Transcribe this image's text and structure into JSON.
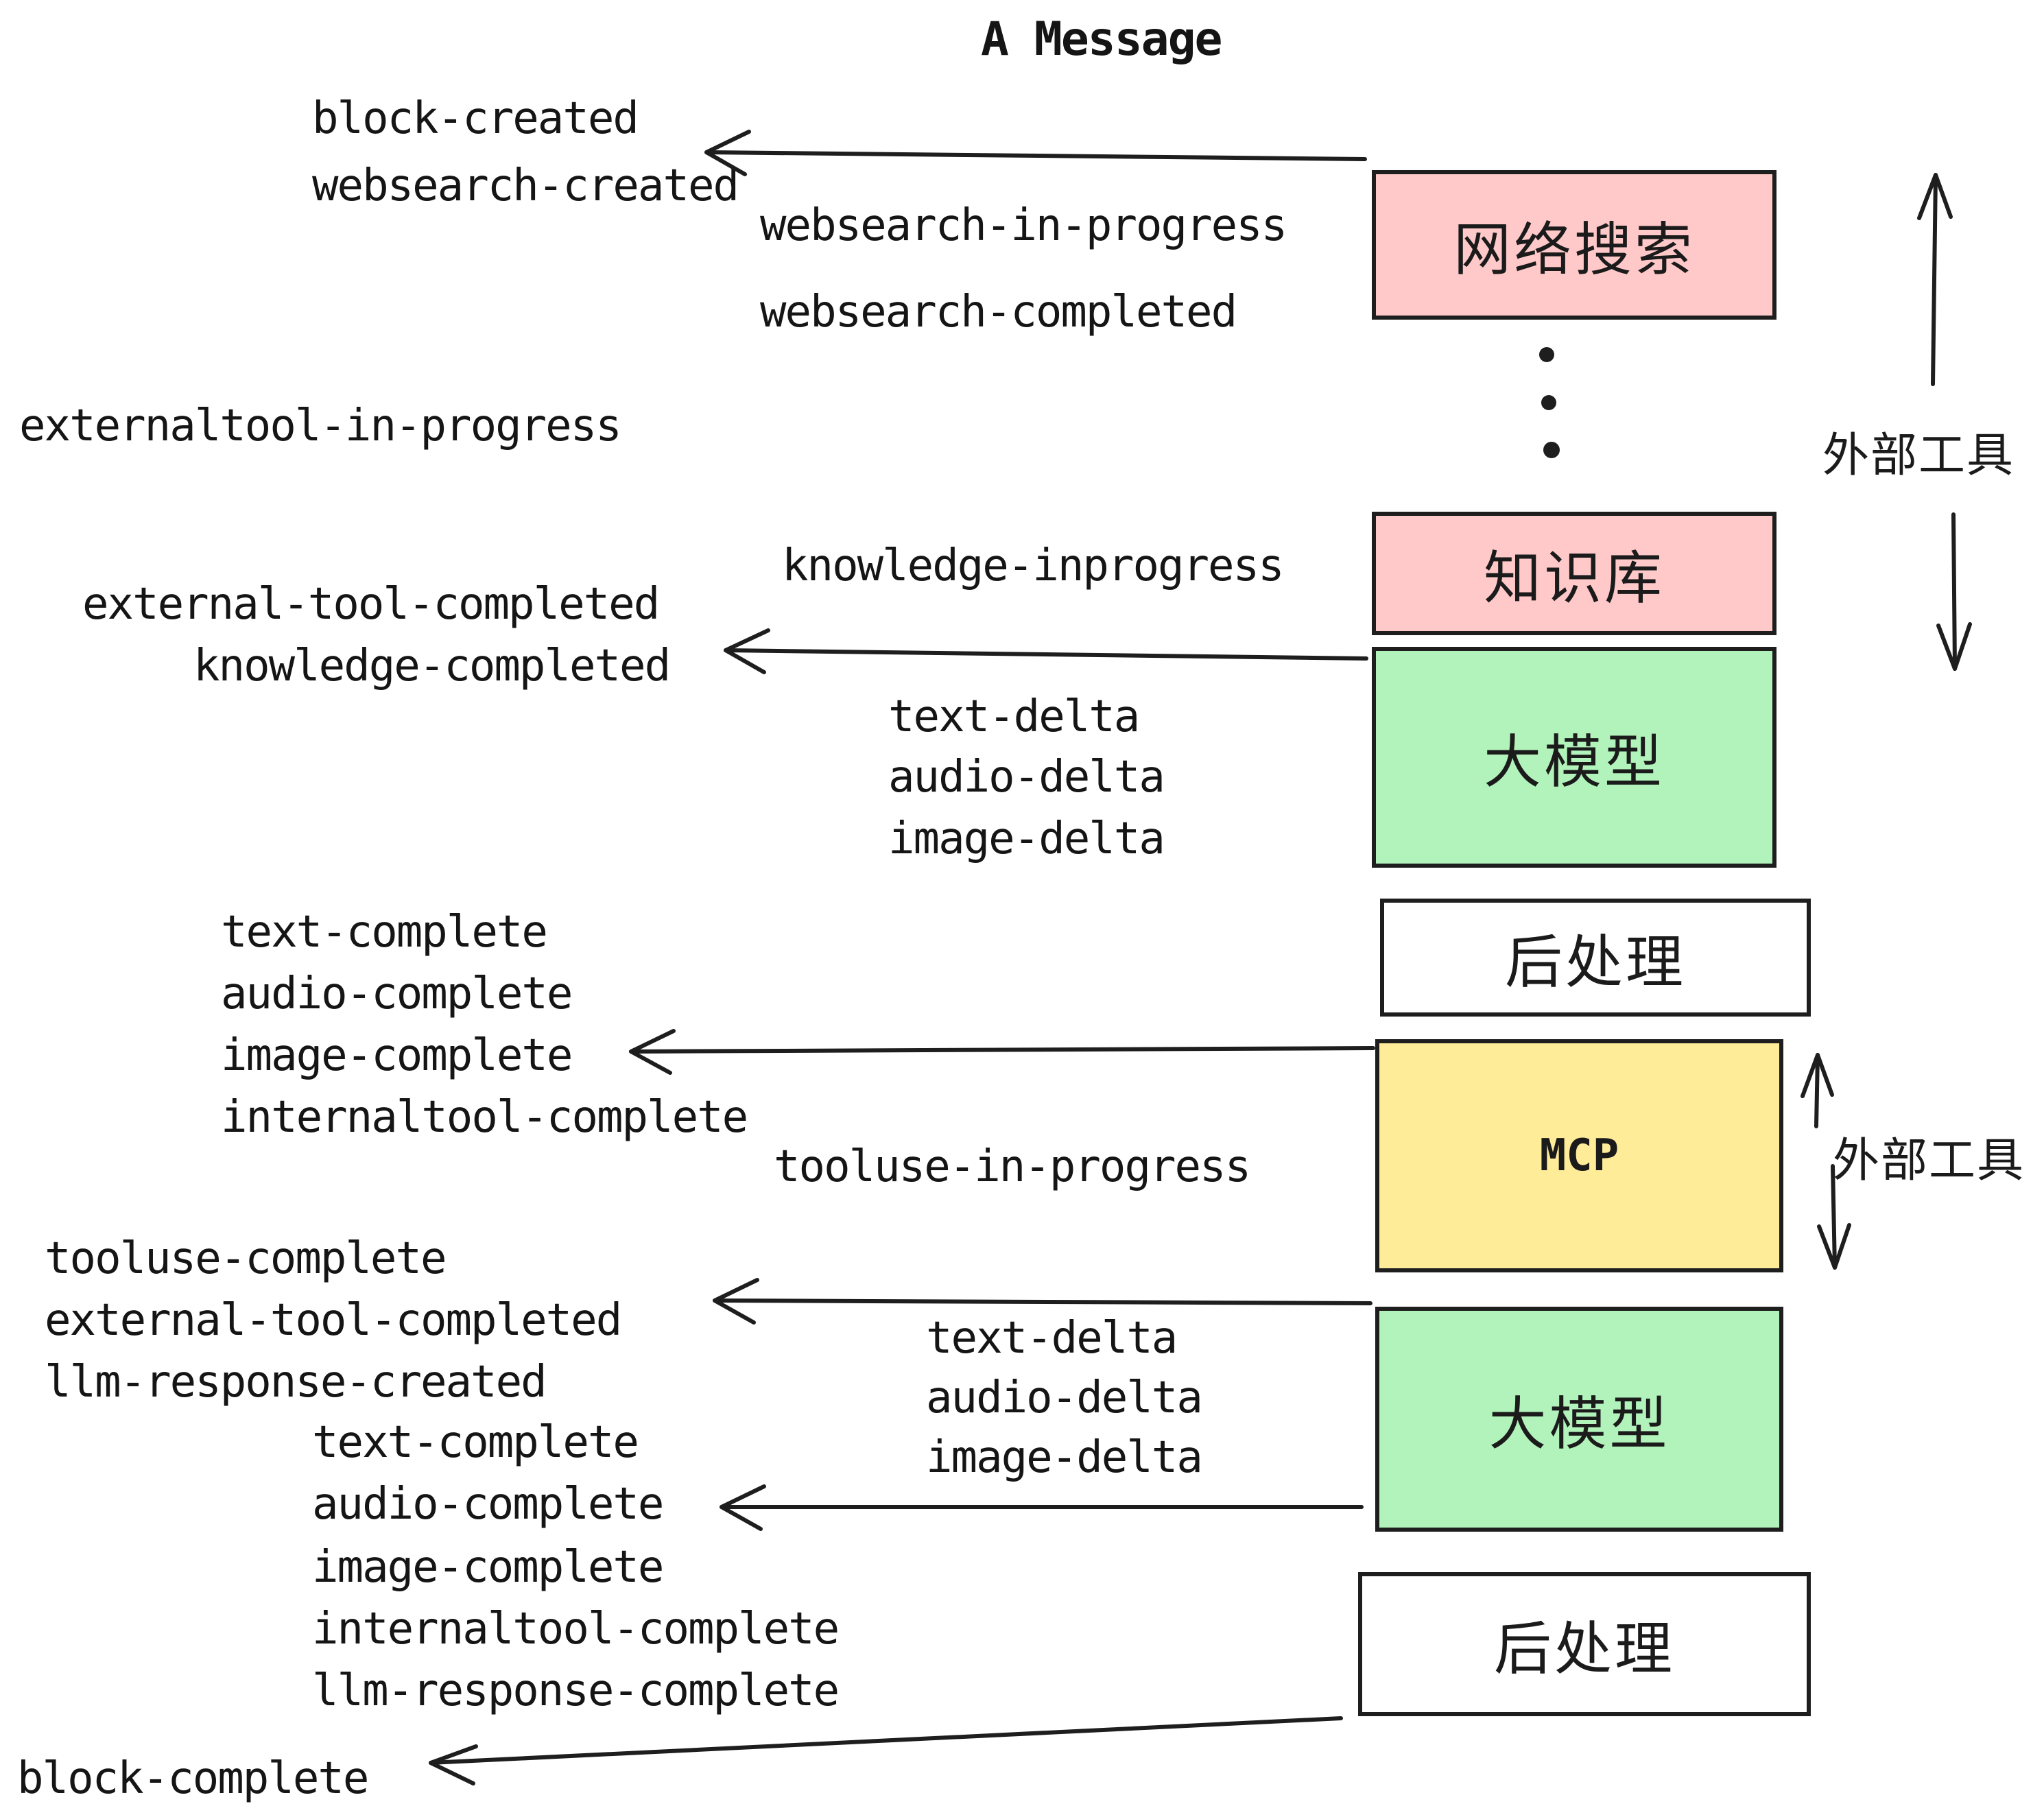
{
  "title": "A Message",
  "colors": {
    "box_pink": "#ffc9c9",
    "box_green": "#b2f2bb",
    "box_yellow": "#ffec99",
    "box_white": "#ffffff",
    "ink": "#1e1e1e"
  },
  "boxes": {
    "websearch": {
      "label": "网络搜索"
    },
    "knowledge": {
      "label": "知识库"
    },
    "llm1": {
      "label": "大模型"
    },
    "post1": {
      "label": "后处理"
    },
    "mcp": {
      "label": "MCP"
    },
    "llm2": {
      "label": "大模型"
    },
    "post2": {
      "label": "后处理"
    }
  },
  "side_labels": {
    "external_tools_top": "外部工具",
    "external_tools_bottom": "外部工具"
  },
  "events": {
    "block_created": "block-created",
    "websearch_created": "websearch-created",
    "websearch_in_progress": "websearch-in-progress",
    "websearch_completed": "websearch-completed",
    "externaltool_in_progress": "externaltool-in-progress",
    "knowledge_inprogress": "knowledge-inprogress",
    "external_tool_completed_1": "external-tool-completed",
    "knowledge_completed": "knowledge-completed",
    "text_delta_1": "text-delta",
    "audio_delta_1": "audio-delta",
    "image_delta_1": "image-delta",
    "text_complete_1": "text-complete",
    "audio_complete_1": "audio-complete",
    "image_complete_1": "image-complete",
    "internaltool_complete_1": "internaltool-complete",
    "tooluse_in_progress": "tooluse-in-progress",
    "tooluse_complete": "tooluse-complete",
    "external_tool_completed_2": "external-tool-completed",
    "llm_response_created": "llm-response-created",
    "text_complete_2": "text-complete",
    "audio_complete_2": "audio-complete",
    "image_complete_2": "image-complete",
    "internaltool_complete_2": "internaltool-complete",
    "llm_response_complete": "llm-response-complete",
    "block_complete": "block-complete"
  }
}
